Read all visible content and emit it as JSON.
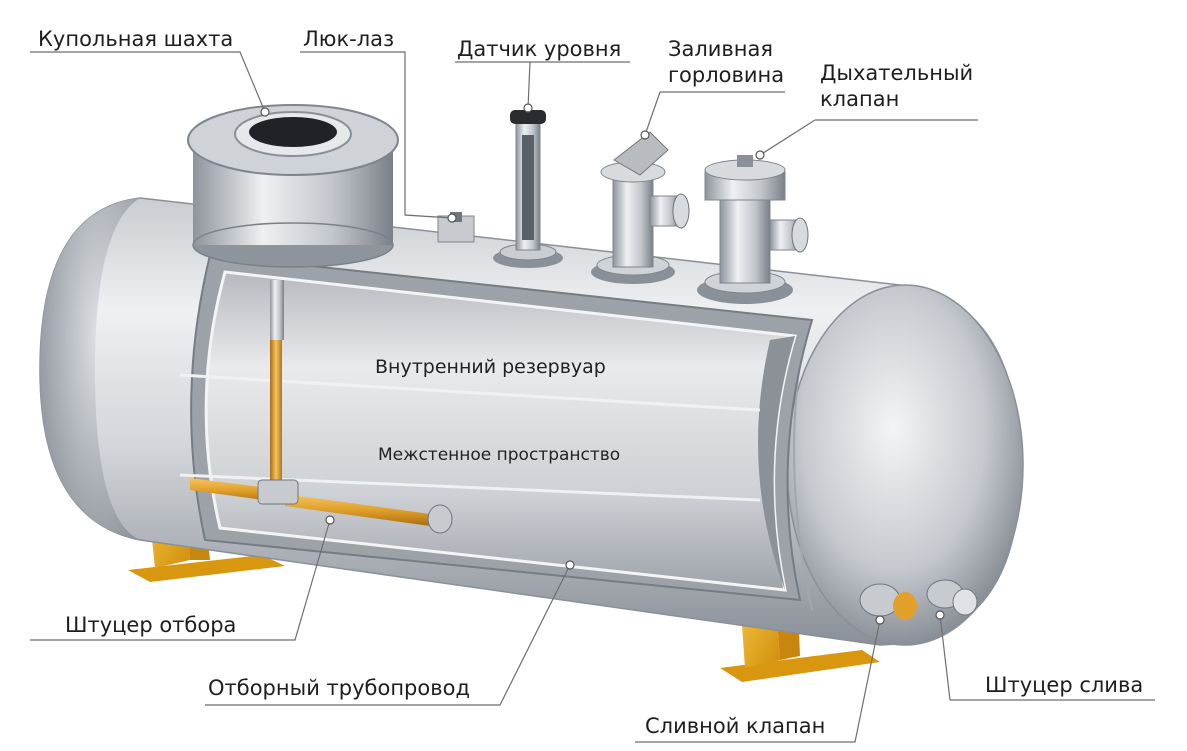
{
  "diagram": {
    "labels": {
      "dome_shaft": "Купольная шахта",
      "manhole": "Люк-лаз",
      "level_sensor": "Датчик уровня",
      "filler_neck": [
        "Заливная",
        "горловина"
      ],
      "breather_valve": [
        "Дыхательный",
        "клапан"
      ],
      "inner_tank": "Внутренний резервуар",
      "interwall_space": "Межстенное пространство",
      "intake_fitting": "Штуцер отбора",
      "intake_pipeline": "Отборный трубопровод",
      "drain_valve": "Сливной клапан",
      "drain_fitting": "Штуцер слива"
    },
    "colors": {
      "steel_light": "#eef0f2",
      "steel_mid": "#c3c7cc",
      "steel_dark": "#7f858d",
      "pipe": "#e0a02a",
      "support": "#f0b21c",
      "leader": "#6e6e6e"
    }
  }
}
